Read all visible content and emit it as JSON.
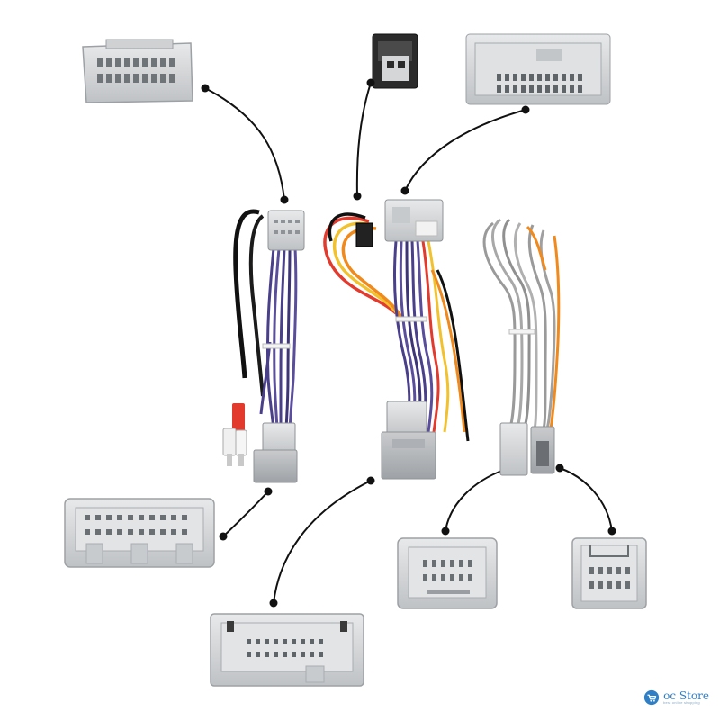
{
  "image": {
    "background_color": "#ffffff",
    "subject": "car radio wiring harness set with detachable connectors",
    "connector_color": "#d4d6d8",
    "callout_line_color": "#111111",
    "wire_colors": [
      "#4a3f8a",
      "#111111",
      "#e23b2e",
      "#f2c12e",
      "#f08a1c",
      "#a0a0a0",
      "#ffffff"
    ]
  },
  "watermark": {
    "brand": "oc Store",
    "tagline": "best online shopping",
    "color": "#2f7fc6"
  }
}
